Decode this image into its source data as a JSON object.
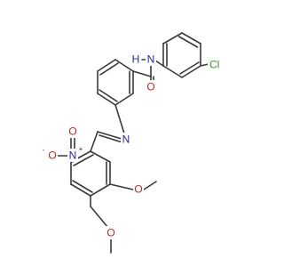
{
  "molecule": {
    "colors": {
      "bond": "#3a3a3a",
      "N": "#1f1fbf",
      "O": "#d42020",
      "Cl": "#2a9e2a",
      "H": "#1f1fbf"
    },
    "atoms": {
      "amide_n": {
        "element": "N",
        "text": "N"
      },
      "amide_h": {
        "element": "H",
        "text": "H"
      },
      "amide_o": {
        "element": "O",
        "text": "O"
      },
      "chloro": {
        "element": "Cl",
        "text": "Cl"
      },
      "imine_n": {
        "element": "N",
        "text": "N"
      },
      "nitro_n": {
        "element": "N",
        "text": "N"
      },
      "nitro_n_charge": {
        "element": "N",
        "text": "+"
      },
      "nitro_o1": {
        "element": "O",
        "text": "O"
      },
      "nitro_o1_charge": {
        "element": "O",
        "text": "-"
      },
      "nitro_o2": {
        "element": "O",
        "text": "O"
      },
      "methoxy_o1": {
        "element": "O",
        "text": "O"
      },
      "methoxy_o2": {
        "element": "O",
        "text": "O"
      }
    }
  }
}
